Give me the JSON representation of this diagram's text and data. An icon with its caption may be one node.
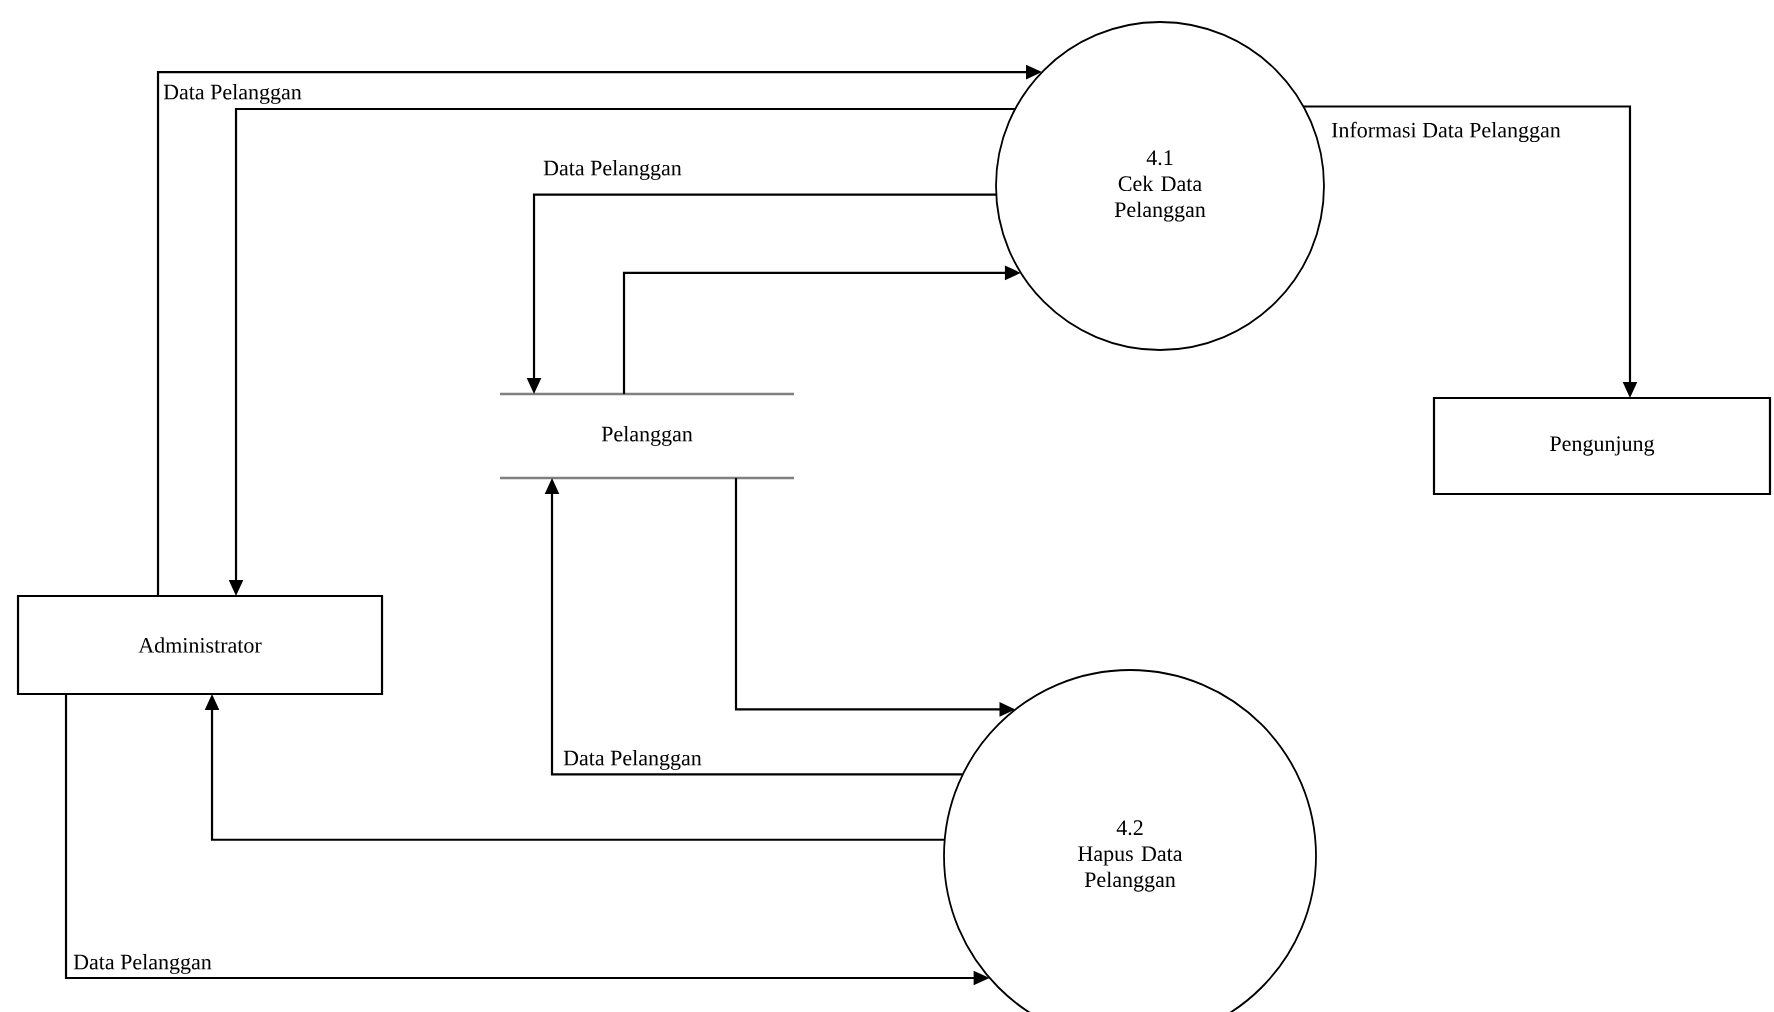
{
  "diagram": {
    "nodes": [
      {
        "text": [
          "Administrator"
        ]
      },
      {
        "text": [
          "4.1",
          "Cek Data Pelanggan"
        ]
      },
      {
        "text": [
          "Pelanggan"
        ]
      },
      {
        "text": [
          "Pengunjung"
        ]
      },
      {
        "text": [
          "4.2",
          "Hapus Data Pelanggan"
        ]
      }
    ],
    "edges": [
      {
        "from": 0,
        "to": 1,
        "arrow": "to",
        "label": "Data Pelanggan"
      },
      {
        "from": 1,
        "to": 0,
        "arrow": "to"
      },
      {
        "from": 1,
        "to": 2,
        "arrow": "to",
        "label": "Data Pelanggan"
      },
      {
        "from": 2,
        "to": 1,
        "arrow": "to"
      },
      {
        "from": 1,
        "to": 3,
        "arrow": "to",
        "label": "Informasi Data Pelanggan"
      },
      {
        "from": 2,
        "to": 4,
        "arrow": "to"
      },
      {
        "from": 4,
        "to": 2,
        "arrow": "to",
        "label": "Data Pelanggan"
      },
      {
        "from": 4,
        "to": 0,
        "arrow": "to"
      },
      {
        "from": 0,
        "to": 4,
        "arrow": "to",
        "label": "Data Pelanggan"
      }
    ]
  }
}
